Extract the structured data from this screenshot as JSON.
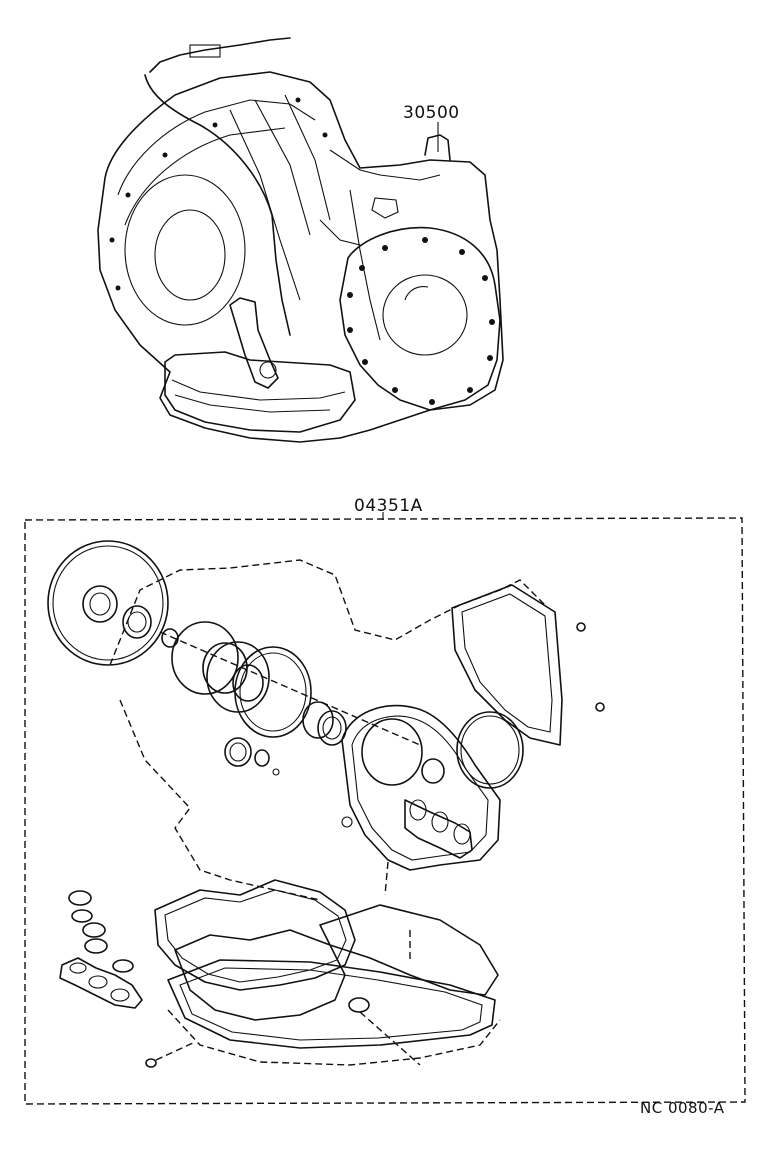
{
  "labels": {
    "assembly_part_no": "30500",
    "gasket_kit_part_no": "04351A",
    "diagram_ref": "NC 0080-A"
  }
}
